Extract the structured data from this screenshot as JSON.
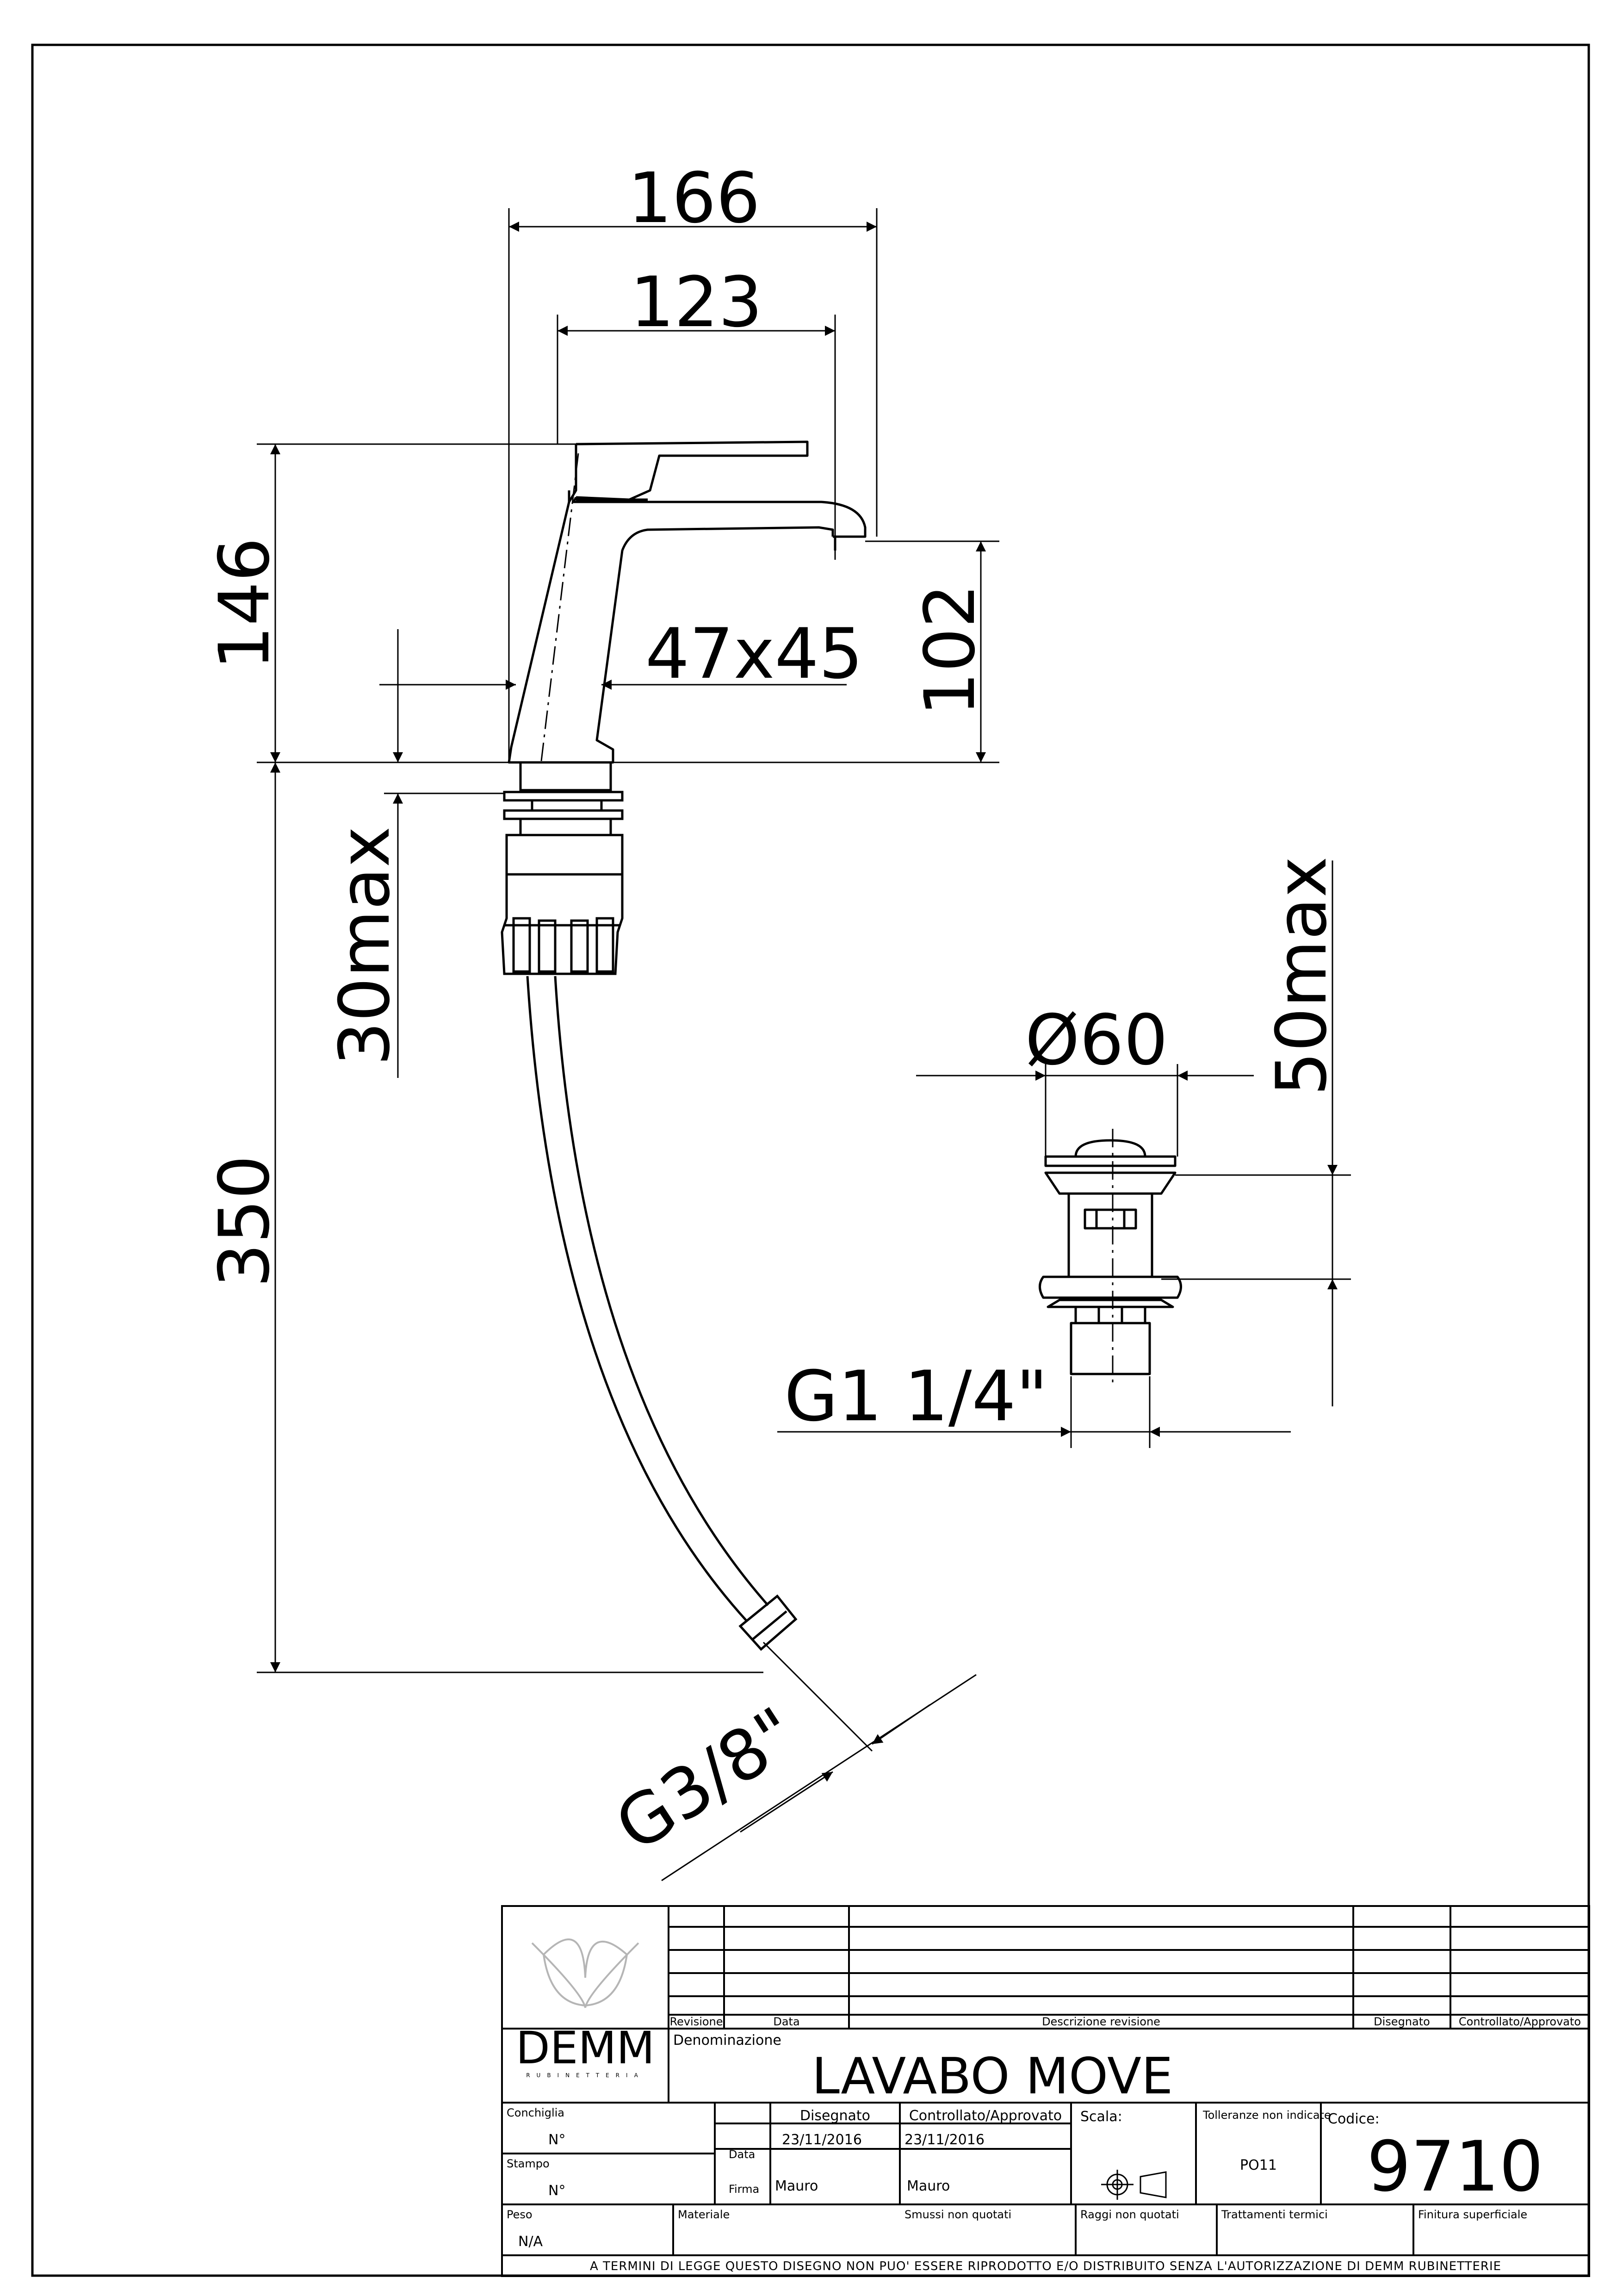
{
  "dimensions": {
    "width_overall": "166",
    "width_spout": "123",
    "height_overall": "146",
    "height_spout": "102",
    "body_section": "47x45",
    "deck_thickness": "30max",
    "hose_length": "350",
    "hose_thread": "G3/8\"",
    "waste_diameter": "Ø60",
    "waste_thickness": "50max",
    "waste_thread": "G1 1/4\""
  },
  "title_block": {
    "logo": {
      "brand": "DEMM",
      "tagline": "RUBINETTERIA"
    },
    "revision_headers": {
      "revision": "Revisione",
      "date": "Data",
      "description": "Descrizione revisione",
      "drawn": "Disegnato",
      "checked": "Controllato/Approvato"
    },
    "name_label": "Denominazione",
    "name_value": "LAVABO MOVE",
    "conchiglia_label": "Conchiglia",
    "conchiglia_value": "N°",
    "stampo_label": "Stampo",
    "stampo_value": "N°",
    "drawn_header": "Disegnato",
    "checked_header": "Controllato/Approvato",
    "date_label": "Data",
    "drawn_date": "23/11/2016",
    "checked_date": "23/11/2016",
    "sign_label": "Firma",
    "drawn_sign": "Mauro",
    "checked_sign": "Mauro",
    "scale_label": "Scala:",
    "tolerance_label": "Tolleranze non indicate",
    "tolerance_value": "PO11",
    "code_label": "Codice:",
    "code_value": "9710",
    "weight_label": "Peso",
    "weight_value": "N/A",
    "material_label": "Materiale",
    "chamfer_label": "Smussi non quotati",
    "radius_label": "Raggi non quotati",
    "heat_label": "Trattamenti termici",
    "finish_label": "Finitura superficiale",
    "legal_notice": "A TERMINI DI LEGGE QUESTO DISEGNO NON PUO' ESSERE RIPRODOTTO E/O DISTRIBUITO SENZA L'AUTORIZZAZIONE DI DEMM RUBINETTERIE"
  }
}
